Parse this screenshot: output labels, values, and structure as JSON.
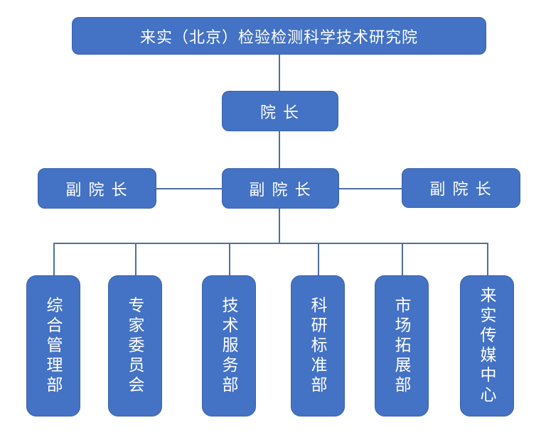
{
  "chart": {
    "type": "org-chart",
    "root": {
      "label": "来实（北京）检验检测科学技术研究院"
    },
    "dean": {
      "label": "院 长"
    },
    "vice": [
      {
        "label": "副 院 长"
      },
      {
        "label": "副 院 长"
      },
      {
        "label": "副 院 长"
      }
    ],
    "departments": [
      {
        "label": "综合管理部"
      },
      {
        "label": "专家委员会"
      },
      {
        "label": "技术服务部"
      },
      {
        "label": "科研标准部"
      },
      {
        "label": "市场拓展部"
      },
      {
        "label": "来实传媒中心"
      }
    ]
  },
  "colors": {
    "box_fill": "#4472C4",
    "box_border": "#3A62AC",
    "connector": "#4E6F9F",
    "text": "#FFFFFF"
  }
}
